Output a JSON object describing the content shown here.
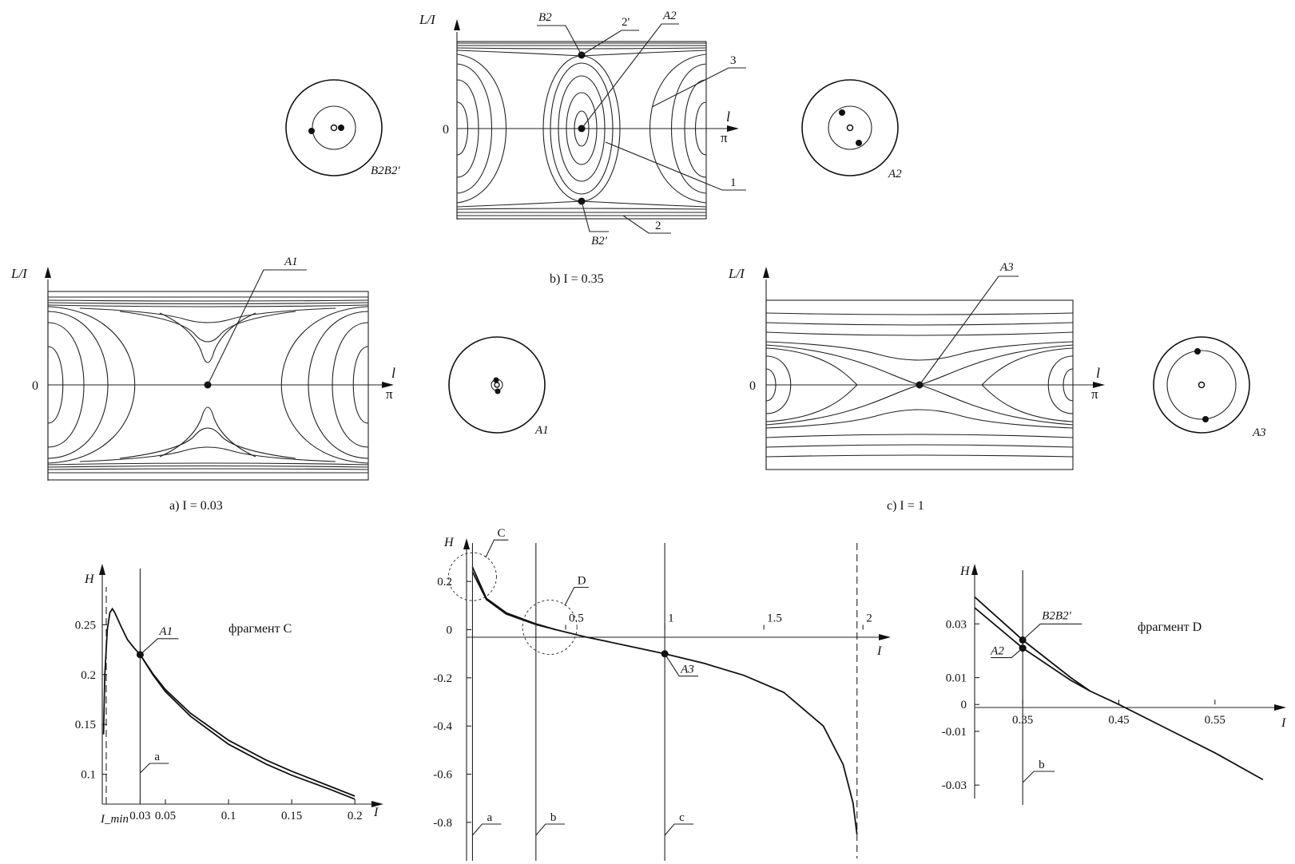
{
  "panels": {
    "a": {
      "caption": "a) I = 0.03",
      "ylabel": "L/I",
      "xlabel": "l",
      "xend": "π",
      "zero": "0",
      "point": "A1",
      "disk_label": "A1"
    },
    "b": {
      "caption": "b) I = 0.35",
      "ylabel": "L/I",
      "xlabel": "l",
      "xend": "π",
      "zero": "0",
      "points": [
        "B2",
        "A2",
        "B2'"
      ],
      "curve_labels": [
        "2'",
        "3",
        "1",
        "2"
      ],
      "disk_left_label": "B2B2'",
      "disk_right_label": "A2"
    },
    "c": {
      "caption": "c) I = 1",
      "ylabel": "L/I",
      "xlabel": "l",
      "xend": "π",
      "zero": "0",
      "point": "A3",
      "disk_label": "A3"
    }
  },
  "chart_data": [
    {
      "type": "line",
      "title": "фрагмент C",
      "xlabel": "I",
      "ylabel": "H",
      "xticks": [
        "0.03",
        "0.05",
        "0.1",
        "0.15",
        "0.2"
      ],
      "xmin_label": "I_min",
      "yticks": [
        "0.1",
        "0.15",
        "0.2",
        "0.25"
      ],
      "xlim": [
        0.0,
        0.21
      ],
      "ylim": [
        0.07,
        0.3
      ],
      "vertical_line": {
        "x": 0.03,
        "label": "a"
      },
      "point": {
        "x": 0.03,
        "y": 0.22,
        "label": "A1"
      },
      "series": [
        {
          "x": [
            0.001,
            0.002,
            0.004,
            0.006,
            0.008,
            0.01,
            0.015,
            0.02,
            0.025,
            0.03,
            0.04,
            0.05,
            0.07,
            0.1,
            0.13,
            0.15,
            0.18,
            0.2
          ],
          "y": [
            0.14,
            0.2,
            0.245,
            0.262,
            0.266,
            0.262,
            0.248,
            0.235,
            0.227,
            0.22,
            0.2,
            0.183,
            0.158,
            0.13,
            0.11,
            0.099,
            0.085,
            0.075
          ]
        },
        {
          "x": [
            0.03,
            0.04,
            0.05,
            0.07,
            0.1,
            0.13,
            0.15,
            0.18,
            0.2
          ],
          "y": [
            0.22,
            0.201,
            0.185,
            0.161,
            0.134,
            0.114,
            0.103,
            0.088,
            0.078
          ]
        }
      ]
    },
    {
      "type": "line",
      "title": "",
      "xlabel": "I",
      "ylabel": "H",
      "xticks": [
        "0.5",
        "1",
        "1.5",
        "2"
      ],
      "yticks": [
        "0.2",
        "0",
        "-0.2",
        "-0.4",
        "-0.6",
        "-0.8"
      ],
      "xlim": [
        0.0,
        2.1
      ],
      "ylim": [
        -0.9,
        0.32
      ],
      "circles": [
        {
          "label": "C",
          "x": 0.03,
          "y": 0.22
        },
        {
          "label": "D",
          "x": 0.42,
          "y": 0.01
        }
      ],
      "vertical_lines": [
        {
          "x": 0.03,
          "label": "a"
        },
        {
          "x": 0.35,
          "label": "b"
        },
        {
          "x": 1.0,
          "label": "c"
        }
      ],
      "asymptote": {
        "x": 1.97
      },
      "point": {
        "x": 1.0,
        "y": -0.1,
        "label": "A3"
      },
      "series": [
        {
          "x": [
            0.03,
            0.1,
            0.2,
            0.35,
            0.45,
            0.6,
            0.8,
            1.0,
            1.2,
            1.4,
            1.6,
            1.8,
            1.9,
            1.95,
            1.97
          ],
          "y": [
            0.26,
            0.13,
            0.07,
            0.024,
            0.0,
            -0.03,
            -0.065,
            -0.1,
            -0.14,
            -0.19,
            -0.26,
            -0.4,
            -0.56,
            -0.72,
            -0.85
          ]
        },
        {
          "x": [
            0.03,
            0.1,
            0.2,
            0.35,
            0.45
          ],
          "y": [
            0.24,
            0.125,
            0.065,
            0.021,
            0.0
          ]
        }
      ]
    },
    {
      "type": "line",
      "title": "фрагмент D",
      "xlabel": "I",
      "ylabel": "H",
      "xticks": [
        "0.35",
        "0.45",
        "0.55"
      ],
      "yticks": [
        "0.03",
        "0.01",
        "0",
        "-0.01",
        "-0.03"
      ],
      "xlim": [
        0.3,
        0.62
      ],
      "ylim": [
        -0.035,
        0.05
      ],
      "vertical_line": {
        "x": 0.35,
        "label": "b"
      },
      "points": [
        {
          "x": 0.35,
          "y": 0.024,
          "label": "B2B2'"
        },
        {
          "x": 0.35,
          "y": 0.021,
          "label": "A2"
        }
      ],
      "series": [
        {
          "x": [
            0.3,
            0.35,
            0.4,
            0.42,
            0.45,
            0.5,
            0.55,
            0.6
          ],
          "y": [
            0.04,
            0.024,
            0.01,
            0.005,
            0.0,
            -0.009,
            -0.018,
            -0.028
          ]
        },
        {
          "x": [
            0.3,
            0.35,
            0.4,
            0.42
          ],
          "y": [
            0.036,
            0.021,
            0.009,
            0.005
          ]
        }
      ]
    }
  ]
}
